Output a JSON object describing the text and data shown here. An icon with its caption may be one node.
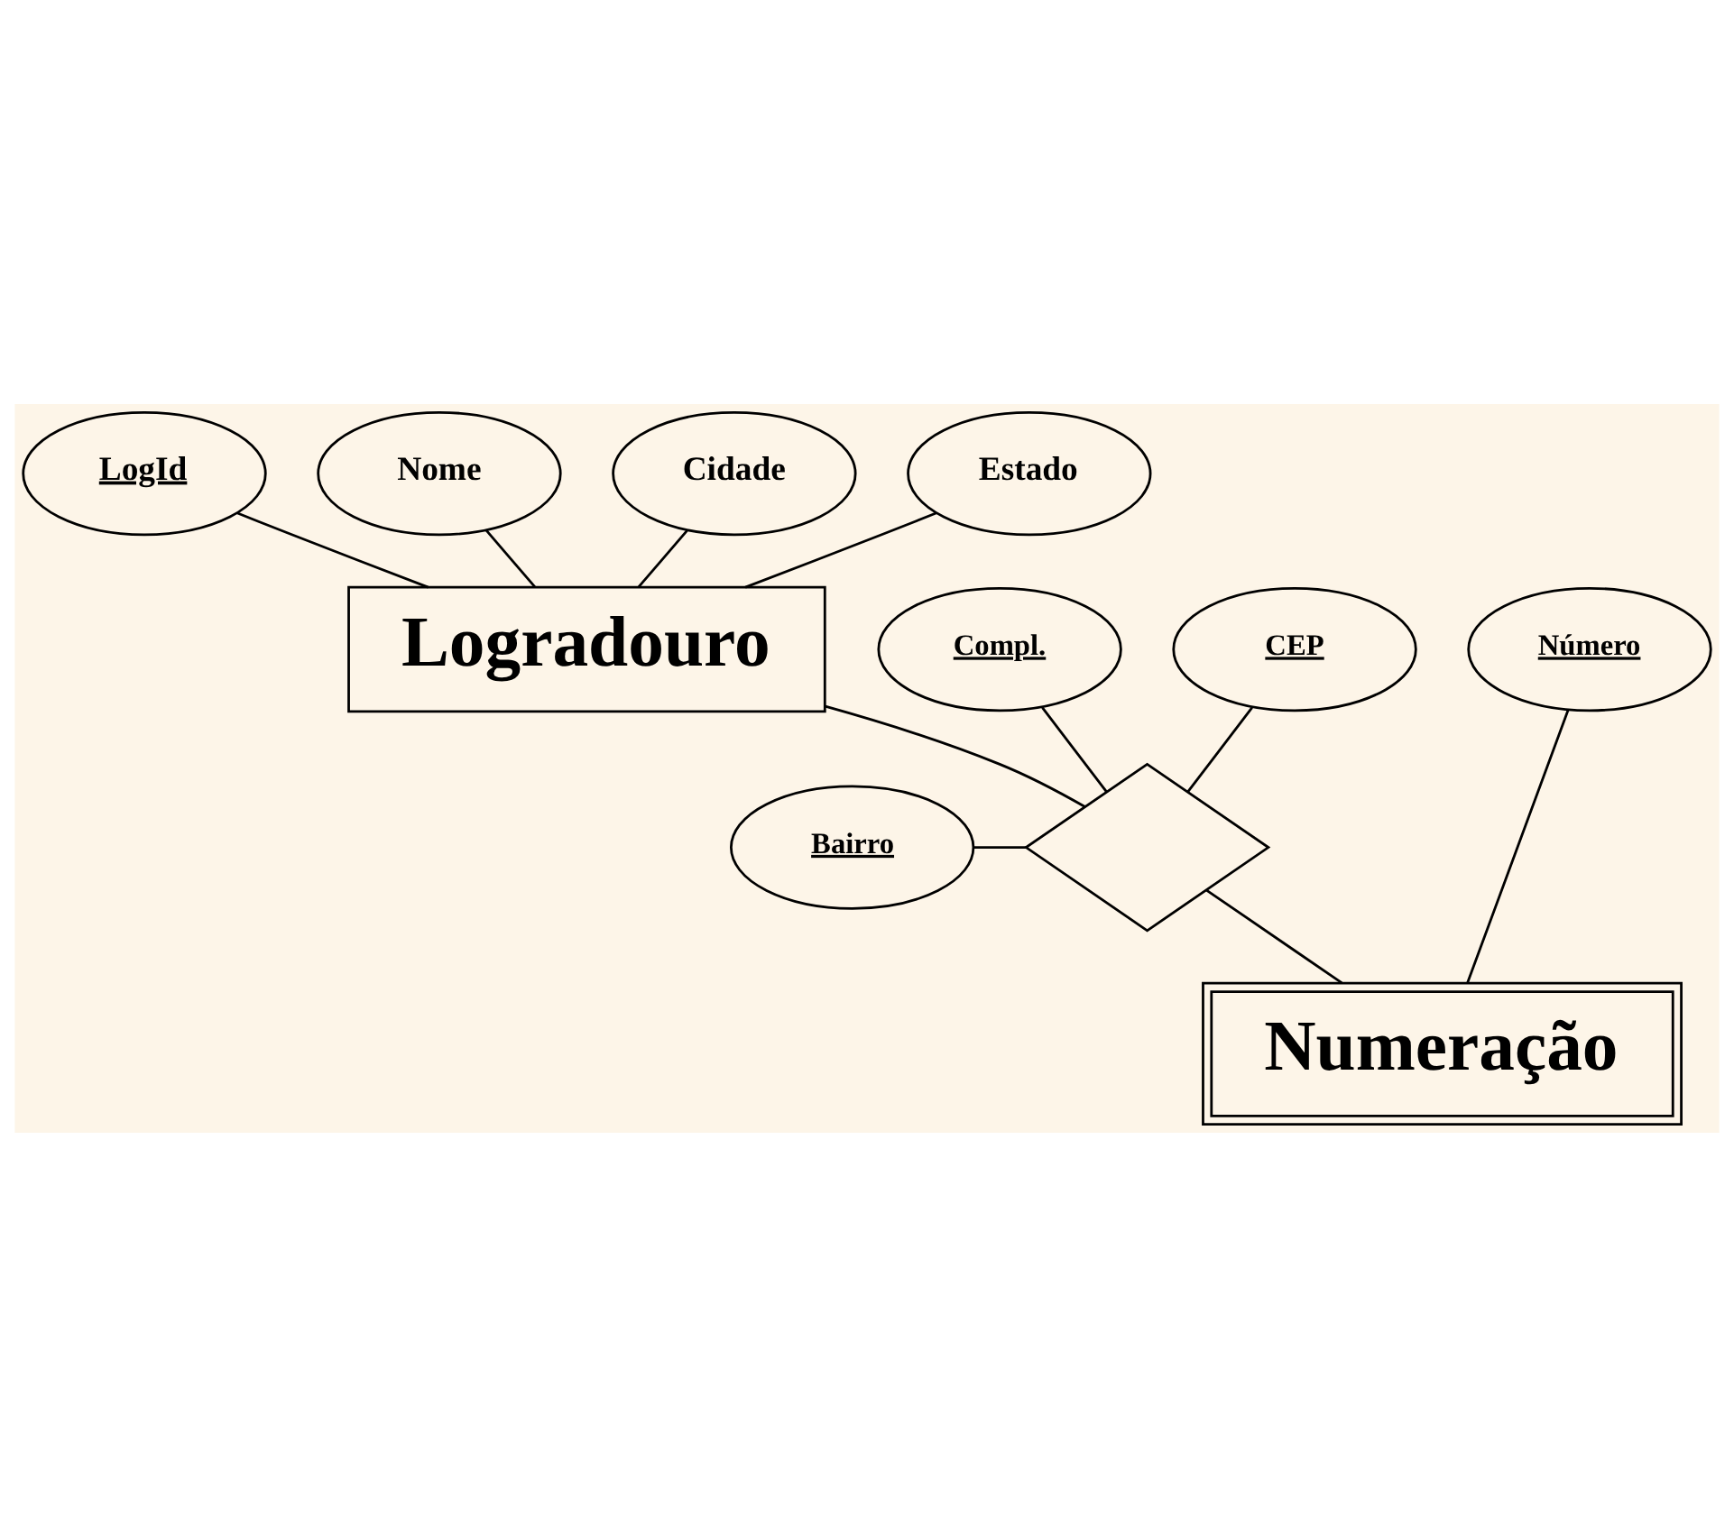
{
  "diagram": {
    "nodes": [
      {
        "text": [
          "LogId"
        ]
      },
      {
        "text": [
          "Nome"
        ]
      },
      {
        "text": [
          "Cidade"
        ]
      },
      {
        "text": [
          "Estado"
        ]
      },
      {
        "text": [
          "Logradouro"
        ]
      },
      {
        "text": [
          "Compl."
        ]
      },
      {
        "text": [
          "Bairro"
        ]
      },
      {
        "text": [],
        "shape": "diamond"
      },
      {
        "text": [
          "CEP"
        ]
      },
      {
        "text": [
          "Número"
        ]
      },
      {
        "text": [
          "Numeração"
        ]
      }
    ],
    "edges": [
      {
        "from": 0,
        "to": 4,
        "arrow": "none"
      },
      {
        "from": 1,
        "to": 4,
        "arrow": "none"
      },
      {
        "from": 2,
        "to": 4,
        "arrow": "none"
      },
      {
        "from": 3,
        "to": 4,
        "arrow": "none"
      },
      {
        "from": 4,
        "to": 7,
        "arrow": "none"
      },
      {
        "from": 5,
        "to": 7,
        "arrow": "none"
      },
      {
        "from": 6,
        "to": 7,
        "arrow": "none"
      },
      {
        "from": 8,
        "to": 7,
        "arrow": "none"
      },
      {
        "from": 7,
        "to": 10,
        "arrow": "none"
      },
      {
        "from": 9,
        "to": 10,
        "arrow": "none"
      }
    ]
  }
}
